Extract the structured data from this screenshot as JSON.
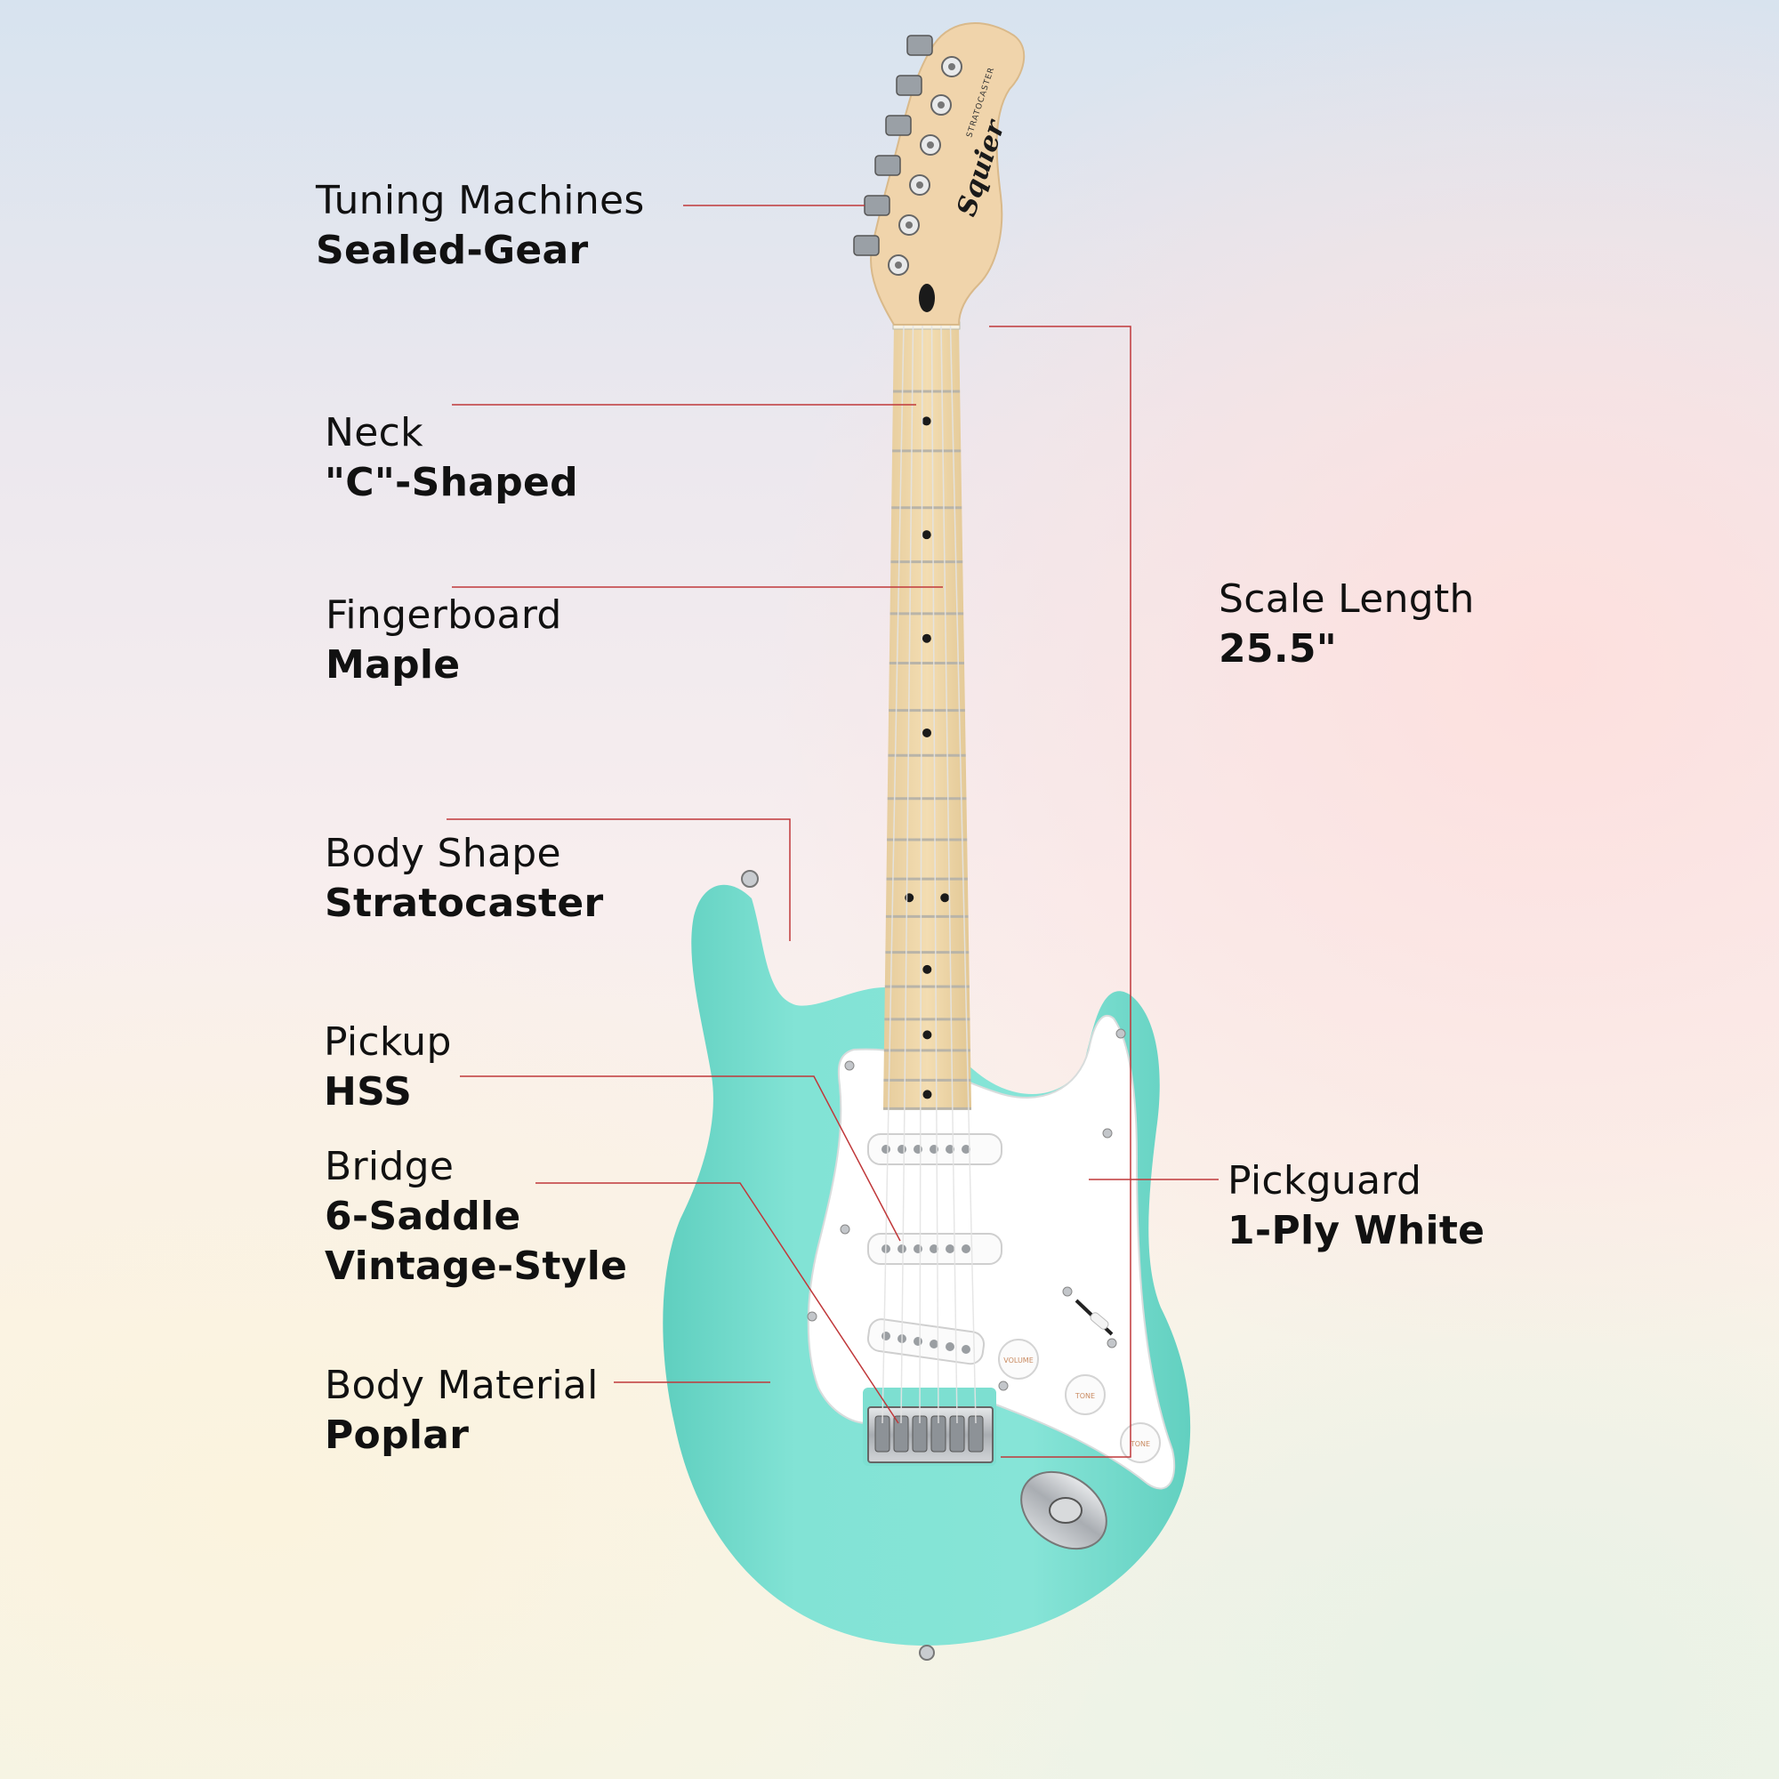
{
  "brand": {
    "logo_text": "Squier",
    "model_text": "STRATOCASTER"
  },
  "colors": {
    "body": "#7fe0d2",
    "body_shade": "#5fcfbf",
    "leader_line": "#c0383a",
    "pickguard": "#ffffff",
    "maple": "#f0d9ad",
    "chrome": "#b8bcc0"
  },
  "specs": {
    "tuning": {
      "name": "Tuning Machines",
      "value": "Sealed-Gear"
    },
    "neck": {
      "name": "Neck",
      "value": "\"C\"-Shaped"
    },
    "fingerboard": {
      "name": "Fingerboard",
      "value": "Maple"
    },
    "body_shape": {
      "name": "Body Shape",
      "value": "Stratocaster"
    },
    "pickup": {
      "name": "Pickup",
      "value": "HSS"
    },
    "bridge": {
      "name": "Bridge",
      "value_line1": "6-Saddle",
      "value_line2": "Vintage-Style"
    },
    "body_material": {
      "name": "Body Material",
      "value": "Poplar"
    },
    "scale_length": {
      "name": "Scale Length",
      "value": "25.5\""
    },
    "pickguard": {
      "name": "Pickguard",
      "value": "1-Ply White"
    }
  },
  "knob_labels": {
    "volume": "VOLUME",
    "tone1": "TONE",
    "tone2": "TONE"
  }
}
